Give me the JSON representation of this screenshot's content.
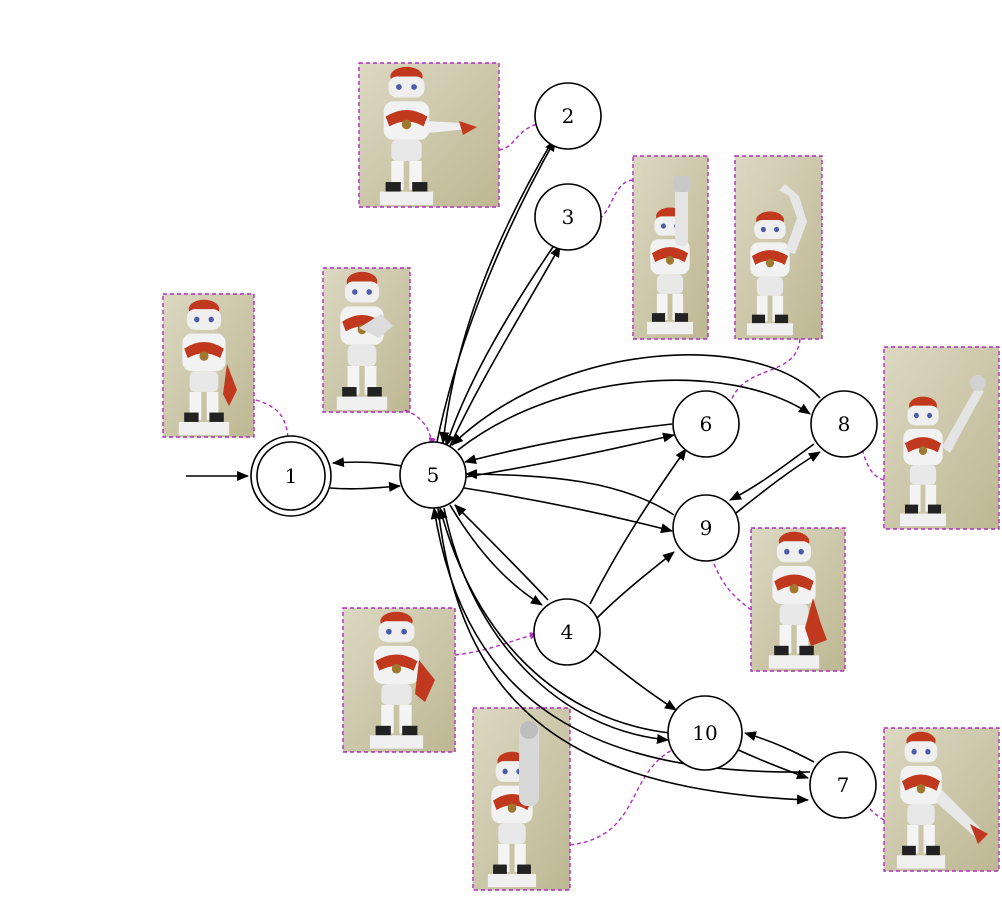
{
  "graph": {
    "start_state": "1",
    "nodes": [
      {
        "id": "1",
        "label": "1",
        "accepting": true
      },
      {
        "id": "2",
        "label": "2",
        "accepting": false
      },
      {
        "id": "3",
        "label": "3",
        "accepting": false
      },
      {
        "id": "4",
        "label": "4",
        "accepting": false
      },
      {
        "id": "5",
        "label": "5",
        "accepting": false
      },
      {
        "id": "6",
        "label": "6",
        "accepting": false
      },
      {
        "id": "7",
        "label": "7",
        "accepting": false
      },
      {
        "id": "8",
        "label": "8",
        "accepting": false
      },
      {
        "id": "9",
        "label": "9",
        "accepting": false
      },
      {
        "id": "10",
        "label": "10",
        "accepting": false
      }
    ],
    "edges": [
      {
        "from": "1",
        "to": "5"
      },
      {
        "from": "5",
        "to": "1"
      },
      {
        "from": "5",
        "to": "2"
      },
      {
        "from": "2",
        "to": "5"
      },
      {
        "from": "5",
        "to": "3"
      },
      {
        "from": "3",
        "to": "5"
      },
      {
        "from": "5",
        "to": "6"
      },
      {
        "from": "6",
        "to": "5"
      },
      {
        "from": "5",
        "to": "8"
      },
      {
        "from": "8",
        "to": "5"
      },
      {
        "from": "5",
        "to": "9"
      },
      {
        "from": "9",
        "to": "5"
      },
      {
        "from": "5",
        "to": "4"
      },
      {
        "from": "4",
        "to": "5"
      },
      {
        "from": "4",
        "to": "6"
      },
      {
        "from": "4",
        "to": "9"
      },
      {
        "from": "4",
        "to": "10"
      },
      {
        "from": "5",
        "to": "10"
      },
      {
        "from": "10",
        "to": "5"
      },
      {
        "from": "5",
        "to": "7"
      },
      {
        "from": "7",
        "to": "5"
      },
      {
        "from": "10",
        "to": "7"
      },
      {
        "from": "7",
        "to": "10"
      },
      {
        "from": "9",
        "to": "8"
      },
      {
        "from": "8",
        "to": "9"
      }
    ]
  },
  "pose_images": [
    {
      "node": "1",
      "pose": "arms-down-hand-on-hip"
    },
    {
      "node": "5",
      "pose": "hand-to-chest"
    },
    {
      "node": "2",
      "pose": "arm-pointing-forward"
    },
    {
      "node": "3",
      "pose": "arm-raised-straight-up"
    },
    {
      "node": "6",
      "pose": "arm-raised-bent"
    },
    {
      "node": "8",
      "pose": "arm-raised-diagonal"
    },
    {
      "node": "9",
      "pose": "arm-down-fist"
    },
    {
      "node": "4",
      "pose": "hand-on-hip"
    },
    {
      "node": "10",
      "pose": "arm-raised-forward"
    },
    {
      "node": "7",
      "pose": "arm-lowered-diagonal"
    }
  ],
  "colors": {
    "pose_link": "#b02cc0",
    "robot_accent": "#c0391e",
    "robot_body": "#f2f2f2",
    "photo_background": "#cfcab0"
  }
}
